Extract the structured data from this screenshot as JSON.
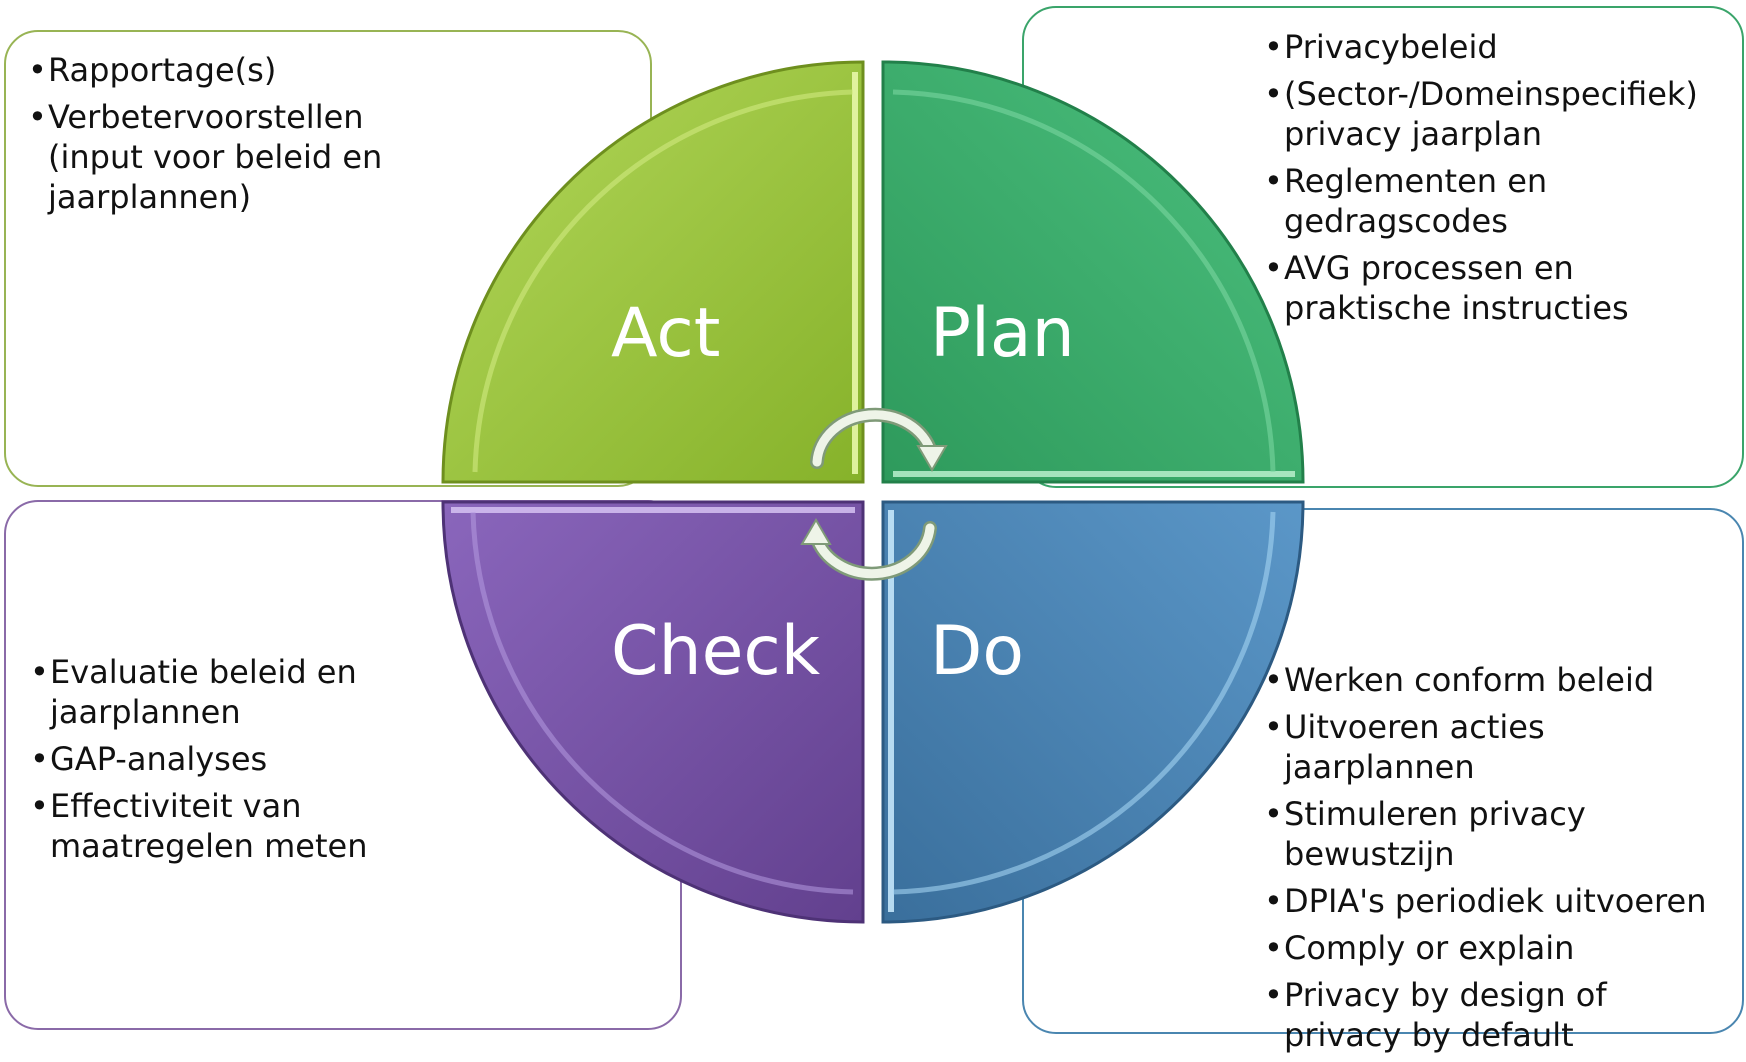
{
  "quadrants": {
    "act": {
      "label": "Act",
      "color": "#98bf3a"
    },
    "plan": {
      "label": "Plan",
      "color": "#3fae6e"
    },
    "check": {
      "label": "Check",
      "color": "#7552a4"
    },
    "do": {
      "label": "Do",
      "color": "#4a84b4"
    }
  },
  "boxes": {
    "act": {
      "items": [
        "Rapportage(s)",
        "Verbetervoorstellen (input voor beleid en jaarplannen)"
      ]
    },
    "plan": {
      "items": [
        "Privacybeleid",
        "(Sector-/Domeinspecifiek) privacy jaarplan",
        "Reglementen en gedragscodes",
        "AVG processen en praktische instructies"
      ]
    },
    "check": {
      "items": [
        "Evaluatie beleid en jaarplannen",
        "GAP-analyses",
        "Effectiviteit van maatregelen meten"
      ]
    },
    "do": {
      "items": [
        "Werken conform beleid",
        "Uitvoeren acties jaarplannen",
        "Stimuleren privacy bewustzijn",
        "DPIA's periodiek uitvoeren",
        "Comply or explain",
        "Privacy by design of privacy by default"
      ]
    }
  },
  "center_icon": "circular-arrows-icon"
}
